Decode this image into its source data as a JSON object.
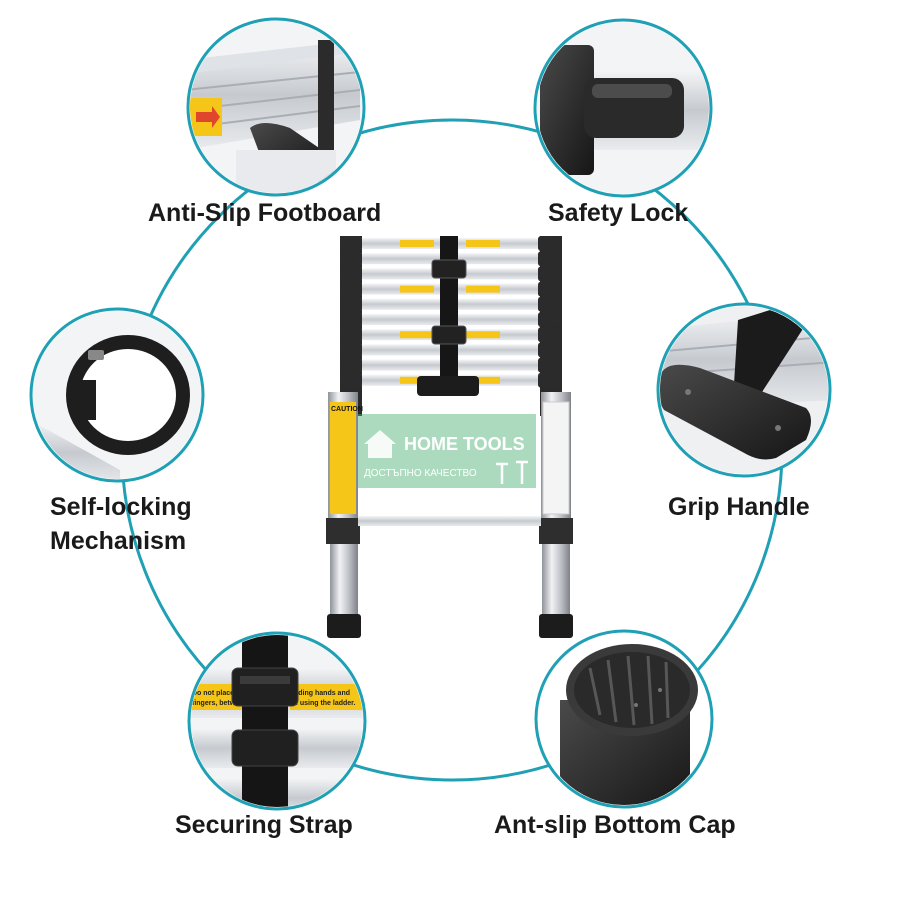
{
  "features": {
    "footboard": "Anti-Slip Footboard",
    "safety_lock": "Safety Lock",
    "self_locking": [
      "Self-locking",
      "Mechanism"
    ],
    "grip_handle": "Grip Handle",
    "securing_strap": "Securing Strap",
    "bottom_cap": "Ant-slip Bottom Cap"
  },
  "watermark": {
    "brand": "HOME TOOLS",
    "tagline": "ДОСТЪПНО КАЧЕСТВО"
  },
  "labels_on_ladder": {
    "caution": "CAUTION"
  },
  "strap_sticker": {
    "left_line1": "Do not place and",
    "left_line2": "fingers, betwe",
    "right_line1": "nding hands and",
    "right_line2": "s using the ladder."
  },
  "colors": {
    "ring": "#1fa0b4",
    "aluminium": "#c9cdd2",
    "rubber": "#2a2a2a",
    "sticker": "#f5c518",
    "watermark_green": "#4caf73"
  },
  "ladder": {
    "rungs": 10
  }
}
